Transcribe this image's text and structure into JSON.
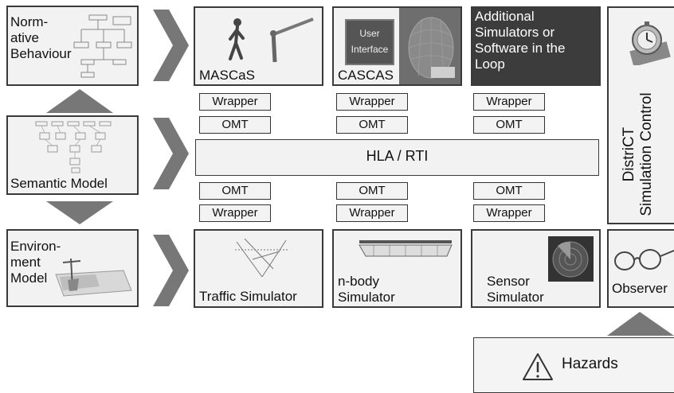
{
  "left_column": {
    "normative": "Norm-\native\nBehaviour",
    "semantic": "Semantic  Model",
    "environment": "Environ-\nment\nModel"
  },
  "top_row": {
    "mascas": "MASCaS",
    "cascas": "CASCAS",
    "user_interface": "User\nInterface",
    "additional": "Additional\nSimulators or\nSoftware in the\nLoop"
  },
  "middleware": {
    "wrapper": "Wrapper",
    "omt": "OMT",
    "hla": "HLA / RTI"
  },
  "bottom_row": {
    "traffic": "Traffic Simulator",
    "nbody": "n-body\nSimulator",
    "sensor": "Sensor\nSimulator",
    "observer": "Observer"
  },
  "control": "DistriCT\nSimulation Control",
  "hazards": "Hazards",
  "colors": {
    "border": "#3a3a3a",
    "box_fill": "#f2f2f2",
    "arrow": "#777777",
    "dark_box": "#3c3c3c"
  }
}
